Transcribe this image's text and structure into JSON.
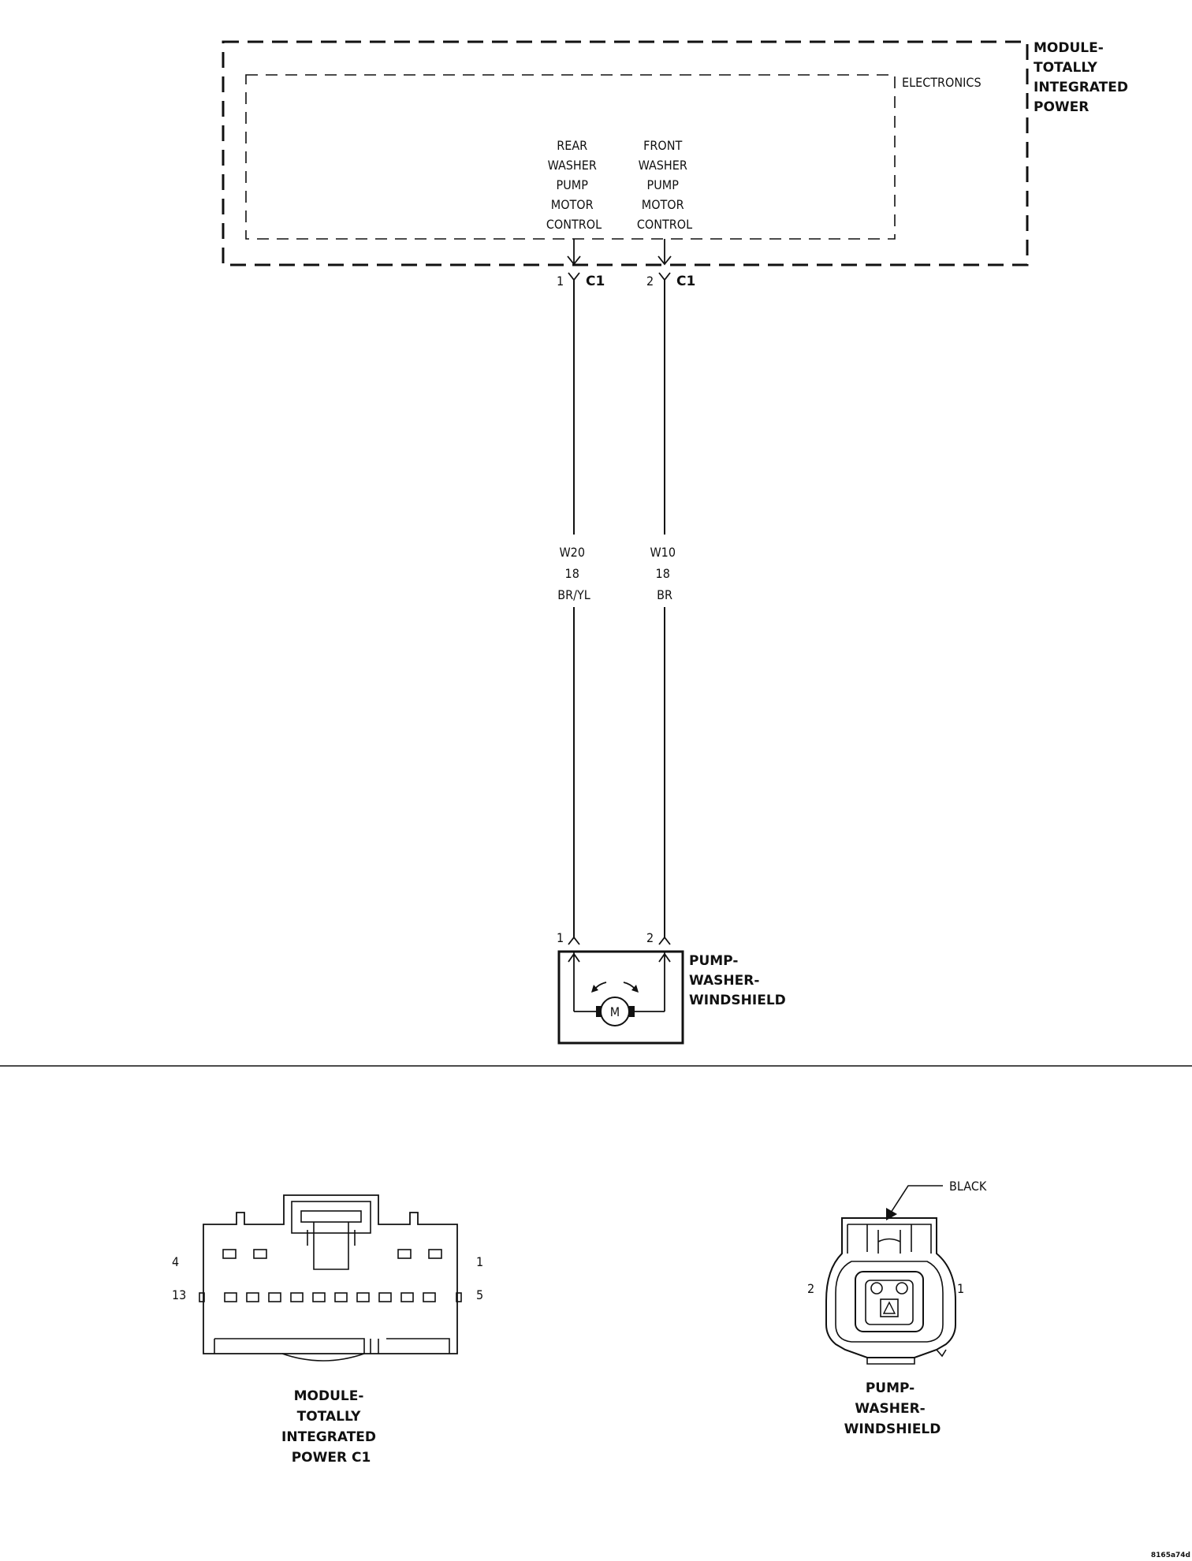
{
  "module": {
    "title_lines": [
      "MODULE-",
      "TOTALLY",
      "INTEGRATED",
      "POWER"
    ],
    "electronics_label": "ELECTRONICS",
    "circuits": [
      {
        "label_lines": [
          "REAR",
          "WASHER",
          "PUMP",
          "MOTOR",
          "CONTROL"
        ],
        "pin": "1",
        "connector": "C1"
      },
      {
        "label_lines": [
          "FRONT",
          "WASHER",
          "PUMP",
          "MOTOR",
          "CONTROL"
        ],
        "pin": "2",
        "connector": "C1"
      }
    ]
  },
  "wires": [
    {
      "circuit": "W20",
      "gauge": "18",
      "color": "BR/YL"
    },
    {
      "circuit": "W10",
      "gauge": "18",
      "color": "BR"
    }
  ],
  "pump": {
    "title_lines": [
      "PUMP-",
      "WASHER-",
      "WINDSHIELD"
    ],
    "pins": [
      "1",
      "2"
    ],
    "motor_symbol": "M"
  },
  "connector_views": {
    "tipm_c1": {
      "title_lines": [
        "MODULE-",
        "TOTALLY",
        "INTEGRATED",
        "POWER C1"
      ],
      "pin_labels": {
        "top_left": "4",
        "top_right": "1",
        "bottom_left": "13",
        "bottom_right": "5"
      }
    },
    "pump": {
      "title_lines": [
        "PUMP-",
        "WASHER-",
        "WINDSHIELD"
      ],
      "color_label": "BLACK",
      "pin_labels": {
        "left": "2",
        "right": "1"
      }
    }
  },
  "footer_code": "8165a74d"
}
